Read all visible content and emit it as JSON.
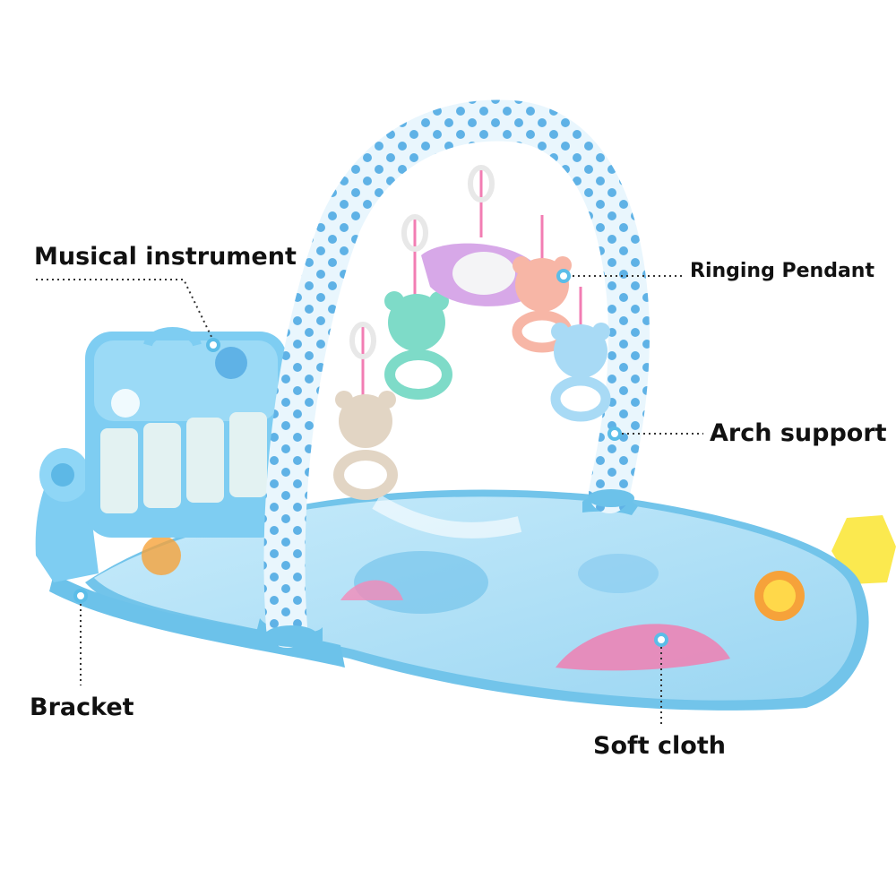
{
  "annotations": {
    "musical_instrument": "Musical instrument",
    "ringing_pendant": "Ringing Pendant",
    "arch_support": "Arch support",
    "bracket": "Bracket",
    "soft_cloth": "Soft cloth"
  },
  "colors": {
    "mat": "#a8def5",
    "mat_edge": "#72c4ea",
    "frame": "#7ecdf2",
    "arch_dots": "#5fb2e6",
    "callout_dot": "#5bbde8",
    "hexagon": "#fbe94f",
    "label_text": "#111111"
  }
}
